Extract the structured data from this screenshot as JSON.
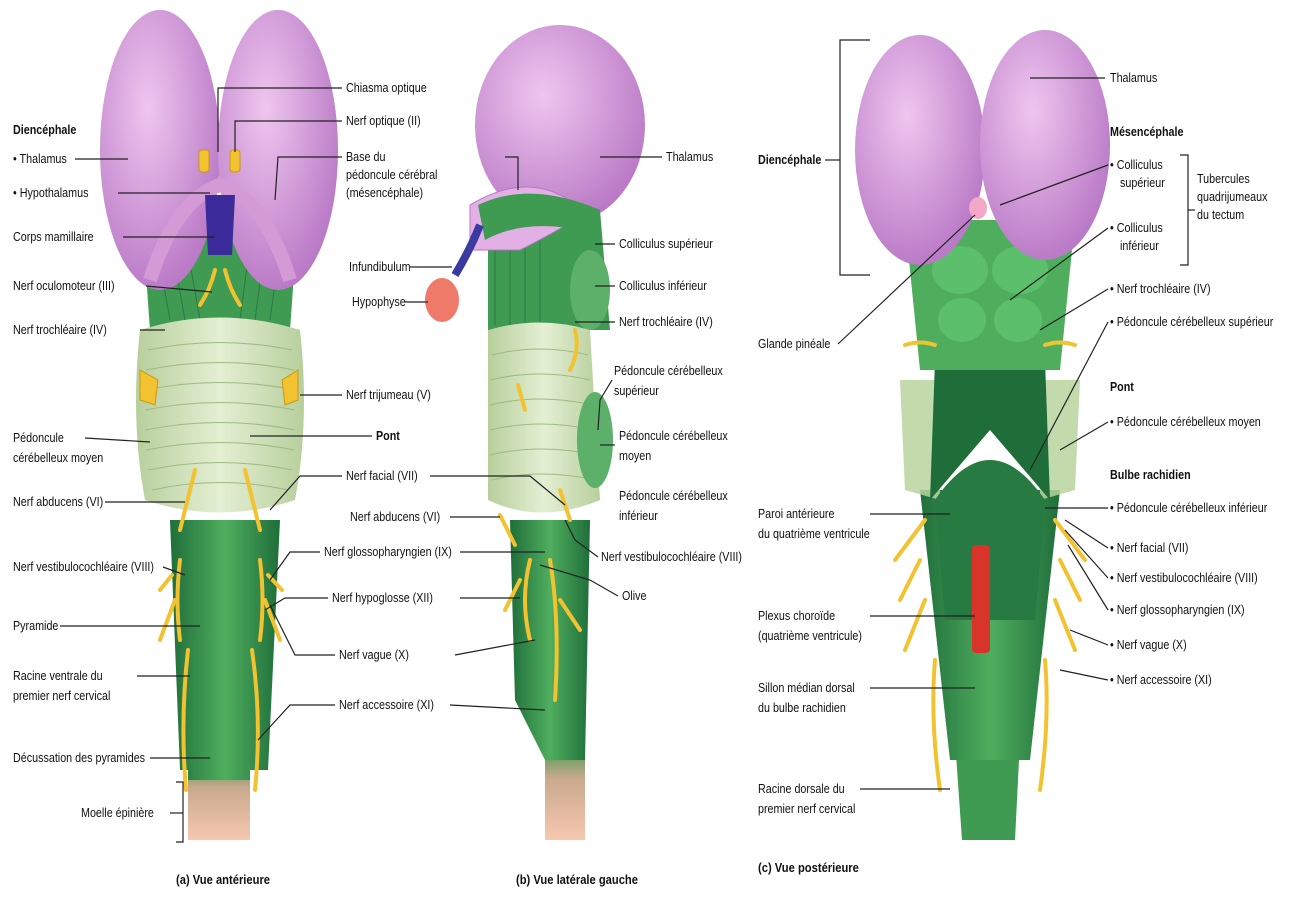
{
  "panel_a": {
    "caption": "(a) Vue antérieure",
    "labels": {
      "diencephale": "Diencéphale",
      "thalamus": "• Thalamus",
      "hypothalamus": "• Hypothalamus",
      "corps_mamillaire": "Corps mamillaire",
      "nerf_oculomoteur": "Nerf oculomoteur (III)",
      "nerf_trochleaire": "Nerf trochléaire (IV)",
      "pedoncule_moyen_1": "Pédoncule",
      "pedoncule_moyen_2": "cérébelleux moyen",
      "nerf_abducens": "Nerf abducens (VI)",
      "nerf_vestibulo": "Nerf vestibulocochléaire (VIII)",
      "pyramide": "Pyramide",
      "racine_ventrale_1": "Racine ventrale du",
      "racine_ventrale_2": "premier nerf cervical",
      "decussation": "Décussation des pyramides",
      "moelle": "Moelle épinière",
      "chiasma": "Chiasma optique",
      "nerf_optique": "Nerf optique (II)",
      "base_pedoncule_1": "Base du",
      "base_pedoncule_2": "pédoncule cérébral",
      "base_pedoncule_3": "(mésencéphale)",
      "nerf_trijumeau": "Nerf trijumeau (V)",
      "pont": "Pont",
      "nerf_facial": "Nerf facial (VII)",
      "nerf_abducens_b": "Nerf abducens (VI)",
      "nerf_glosso": "Nerf glossopharyngien (IX)",
      "nerf_hypoglosse": "Nerf hypoglosse (XII)",
      "nerf_vague": "Nerf vague (X)",
      "nerf_accessoire": "Nerf accessoire (XI)"
    }
  },
  "panel_b": {
    "caption": "(b) Vue latérale gauche",
    "labels": {
      "infundibulum": "Infundibulum",
      "hypophyse": "Hypophyse",
      "thalamus": "Thalamus",
      "colliculus_sup": "Colliculus supérieur",
      "colliculus_inf": "Colliculus inférieur",
      "nerf_trochleaire": "Nerf trochléaire (IV)",
      "ped_sup_1": "Pédoncule cérébelleux",
      "ped_sup_2": "supérieur",
      "ped_moy_1": "Pédoncule cérébelleux",
      "ped_moy_2": "moyen",
      "ped_inf_1": "Pédoncule cérébelleux",
      "ped_inf_2": "inférieur",
      "nerf_vestibulo": "Nerf vestibulocochléaire (VIII)",
      "olive": "Olive"
    }
  },
  "panel_c": {
    "caption": "(c) Vue postérieure",
    "labels": {
      "diencephale": "Diencéphale",
      "glande_pineale": "Glande pinéale",
      "paroi_1": "Paroi antérieure",
      "paroi_2": "du quatrième ventricule",
      "plexus_1": "Plexus choroïde",
      "plexus_2": "(quatrième ventricule)",
      "sillon_1": "Sillon médian dorsal",
      "sillon_2": "du bulbe rachidien",
      "racine_dorsale_1": "Racine dorsale du",
      "racine_dorsale_2": "premier nerf cervical",
      "thalamus": "Thalamus",
      "mesencephale": "Mésencéphale",
      "colliculus_sup_1": "• Colliculus",
      "colliculus_sup_2": "supérieur",
      "colliculus_inf_1": "• Colliculus",
      "colliculus_inf_2": "inférieur",
      "tubercules_1": "Tubercules",
      "tubercules_2": "quadrijumeaux",
      "tubercules_3": "du tectum",
      "nerf_trochleaire": "• Nerf trochléaire (IV)",
      "ped_sup": "• Pédoncule cérébelleux supérieur",
      "pont": "Pont",
      "ped_moy": "• Pédoncule cérébelleux moyen",
      "bulbe": "Bulbe rachidien",
      "ped_inf": "• Pédoncule cérébelleux inférieur",
      "nerf_facial": "• Nerf facial (VII)",
      "nerf_vestibulo": "• Nerf vestibulocochléaire (VIII)",
      "nerf_glosso": "• Nerf glossopharyngien (IX)",
      "nerf_vague": "• Nerf vague (X)",
      "nerf_accessoire": "• Nerf accessoire (XI)"
    }
  },
  "colors": {
    "thalamus": "#c98fd0",
    "thalamus_light": "#e3b8e6",
    "brainstem": "#3f9a52",
    "brainstem_dark": "#1f6e3a",
    "pons": "#cfe2b8",
    "nerve": "#f2c230",
    "spinal": "#f3b8a0",
    "hypophysis": "#f07a6a",
    "infundibulum": "#3a3aa0",
    "plexus": "#d8342a"
  }
}
